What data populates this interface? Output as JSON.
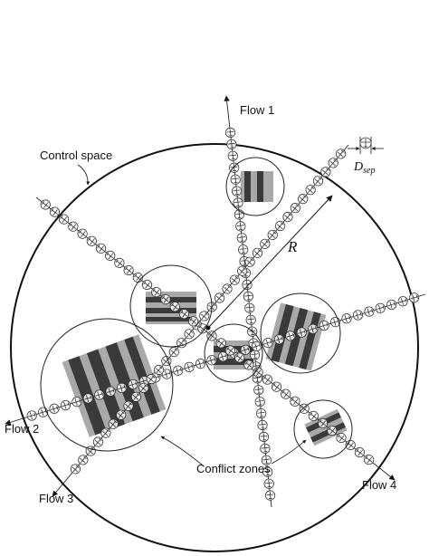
{
  "labels": {
    "flow1": "Flow 1",
    "flow2": "Flow 2",
    "flow3": "Flow 3",
    "flow4": "Flow 4",
    "control_space": "Control space",
    "conflict_zones": "Conflict zones",
    "radius": "R",
    "dsep_main": "D",
    "dsep_sub": "sep"
  },
  "colors": {
    "stroke": "#222222",
    "aircraft": "#333333",
    "dark_bar": "#3a3a3a",
    "light_bar": "#a9a9a9"
  }
}
